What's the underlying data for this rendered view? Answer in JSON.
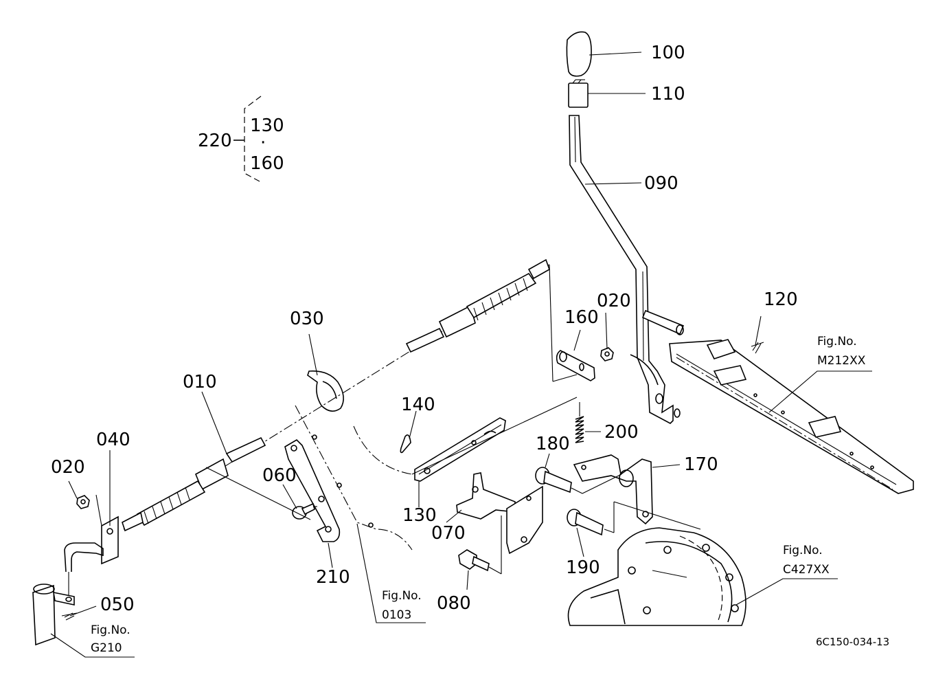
{
  "labels": {
    "p100": "100",
    "p110": "110",
    "p090": "090",
    "p120": "120",
    "p020a": "020",
    "p160": "160",
    "p030": "030",
    "p010": "010",
    "p040": "040",
    "p020b": "020",
    "p060": "060",
    "p140": "140",
    "p200": "200",
    "p180": "180",
    "p170": "170",
    "p130": "130",
    "p070": "070",
    "p210": "210",
    "p190": "190",
    "p080": "080",
    "p050": "050",
    "kit_main": "220",
    "kit_first": "130",
    "kit_sep": "·",
    "kit_last": "160"
  },
  "refs": {
    "m212_a": "Fig.No.",
    "m212_b": "M212XX",
    "c427_a": "Fig.No.",
    "c427_b": "C427XX",
    "f0103_a": "Fig.No.",
    "f0103_b": "0103",
    "g210_a": "Fig.No.",
    "g210_b": "G210"
  },
  "drawing_code": "6C150-034-13"
}
